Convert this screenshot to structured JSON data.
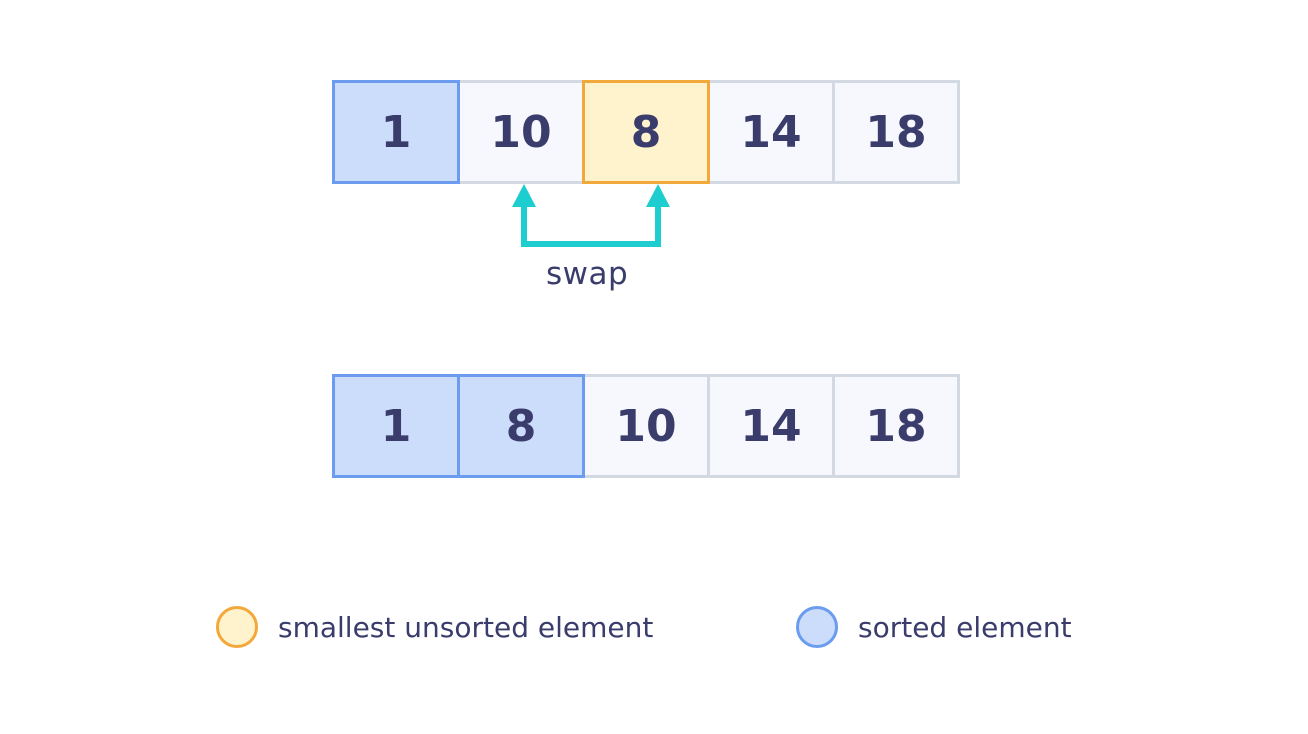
{
  "arrays": {
    "before": [
      {
        "value": "1",
        "state": "sorted"
      },
      {
        "value": "10",
        "state": "unsorted"
      },
      {
        "value": "8",
        "state": "smallest"
      },
      {
        "value": "14",
        "state": "unsorted"
      },
      {
        "value": "18",
        "state": "unsorted"
      }
    ],
    "after": [
      {
        "value": "1",
        "state": "sorted"
      },
      {
        "value": "8",
        "state": "sorted"
      },
      {
        "value": "10",
        "state": "unsorted"
      },
      {
        "value": "14",
        "state": "unsorted"
      },
      {
        "value": "18",
        "state": "unsorted"
      }
    ]
  },
  "swap": {
    "label": "swap",
    "arrow_color": "#1dcdcf"
  },
  "legend": {
    "smallest_label": "smallest unsorted element",
    "sorted_label": "sorted element"
  },
  "colors": {
    "sorted_fill": "#ccdcfb",
    "sorted_border": "#6b9cf0",
    "smallest_fill": "#fff3cd",
    "smallest_border": "#f3a83b",
    "unsorted_fill": "#f7f8fd",
    "unsorted_border": "#d3d9e3",
    "text": "#3a3c6c"
  }
}
